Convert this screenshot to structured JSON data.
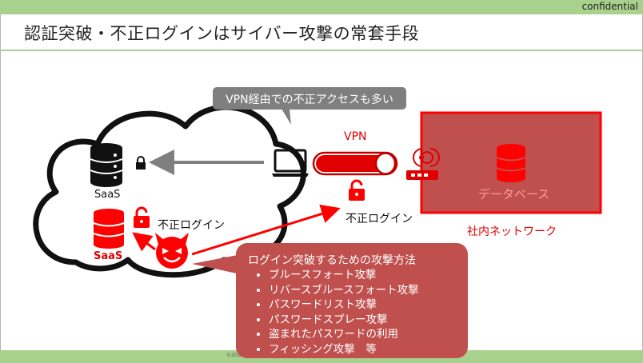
{
  "header": {
    "confidential": "confidential"
  },
  "slide": {
    "title": "認証突破・不正ログインはサイバー攻撃の常套手段"
  },
  "diagram": {
    "saas_top_label": "SaaS",
    "saas_red_label": "SaaS",
    "fusei_login_left": "不正ログイン",
    "fusei_login_right": "不正ログイン",
    "vpn_label": "VPN",
    "database_label": "データベース",
    "internal_network_label": "社内ネットワーク"
  },
  "callout_grey": {
    "text": "VPN経由での不正アクセスも多い"
  },
  "callout_red": {
    "heading": "ログイン突破するための攻撃方法",
    "items": [
      "ブルースフォート攻撃",
      "リバースブルースフォート攻撃",
      "パスワードリスト攻撃",
      "パスワードスプレー攻撃",
      "盗まれたパスワードの利用",
      "フィッシング攻撃　等"
    ]
  },
  "footer": {
    "copyright": "©2019"
  },
  "colors": {
    "accent_green": "#a9d18e",
    "alert_red": "#e00000",
    "network_box": "#c0504d"
  }
}
